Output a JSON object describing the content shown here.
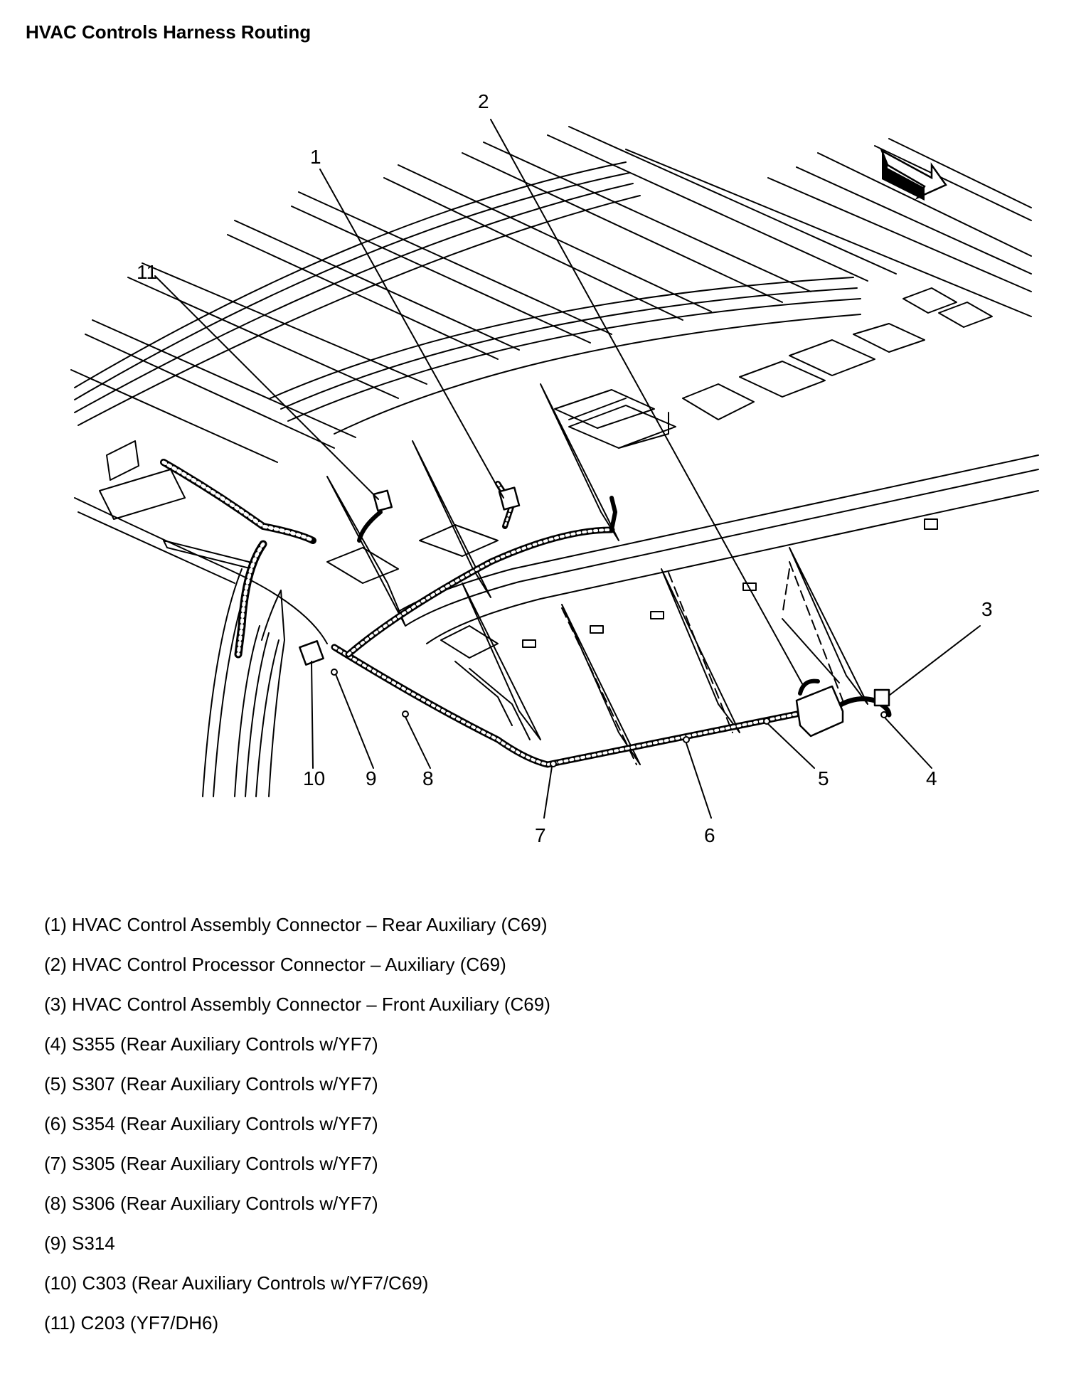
{
  "title": "HVAC Controls Harness Routing",
  "callouts": [
    "1",
    "2",
    "3",
    "4",
    "5",
    "6",
    "7",
    "8",
    "9",
    "10",
    "11"
  ],
  "legend": [
    "(1) HVAC Control Assembly Connector – Rear Auxiliary (C69)",
    "(2) HVAC Control Processor Connector – Auxiliary (C69)",
    "(3) HVAC Control Assembly Connector – Front Auxiliary (C69)",
    "(4) S355 (Rear Auxiliary Controls w/YF7)",
    "(5) S307 (Rear Auxiliary Controls w/YF7)",
    "(6) S354 (Rear Auxiliary Controls w/YF7)",
    "(7) S305 (Rear Auxiliary Controls w/YF7)",
    "(8) S306 (Rear Auxiliary Controls w/YF7)",
    "(9) S314",
    "(10) C303 (Rear Auxiliary Controls w/YF7/C69)",
    "(11) C203 (YF7/DH6)"
  ],
  "icons": {
    "direction_arrow": "front-direction-arrow-icon"
  }
}
